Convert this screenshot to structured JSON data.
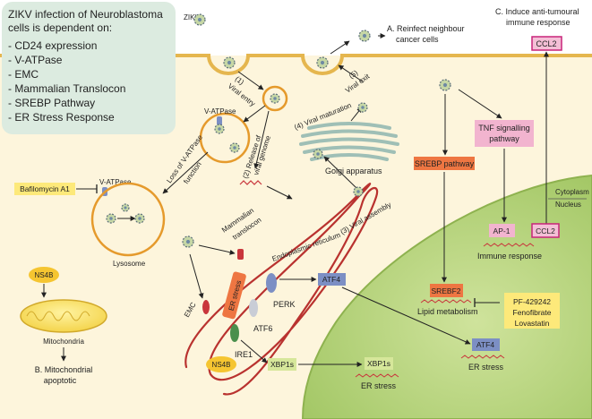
{
  "info_box": {
    "title_line1": "ZIKV infection of Neuroblastoma",
    "title_line2": "cells is dependent on:",
    "items": [
      "- CD24 expression",
      "- V-ATPase",
      "- EMC",
      "- Mammalian Translocon",
      "- SREBP Pathway",
      "- ER Stress Response"
    ]
  },
  "labels": {
    "zikv": "ZIKV",
    "reinfect_1": "A. Reinfect neighbour",
    "reinfect_2": "cancer cells",
    "induce_1": "C. Induce anti-tumoural",
    "induce_2": "immune response",
    "ccl2_top": "CCL2",
    "step1_a": "(1)",
    "step1_b": "Viral entry",
    "step5_a": "(5)",
    "step5_b": "Viral exit",
    "vatpase_top": "V-ATPase",
    "step4": "(4) Viral maturation",
    "step2_a": "(2) Release of",
    "step2_b": "viral genome",
    "golgi": "Golgi apparatus",
    "loss_1": "Loss of V-ATPase",
    "loss_2": "function",
    "vatpase_lys": "V-ATPase",
    "bafilomycin": "Bafilomycin A1",
    "lysosome": "Lysosome",
    "step3": "(3) Viral assembly",
    "translocon_1": "Mammalian",
    "translocon_2": "translocon",
    "er": "Endoplasmic reticulum",
    "er_stress": "ER stress",
    "perk": "PERK",
    "atf6": "ATF6",
    "ire1": "IRE1",
    "emc": "EMC",
    "atf4": "ATF4",
    "xbp1s": "XBP1s",
    "ns4b_top": "NS4B",
    "ns4b_bottom": "NS4B",
    "mitochondria": "Mitochondria",
    "mito_1": "B. Mitochondrial",
    "mito_2": "apoptotic",
    "tnf_1": "TNF signalling",
    "tnf_2": "pathway",
    "srebp_pathway": "SREBP pathway",
    "cytoplasm": "Cytoplasm",
    "nucleus": "Nucleus",
    "ap1": "AP-1",
    "ccl2_nuc": "CCL2",
    "immune_response": "Immune response",
    "srebf2": "SREBF2",
    "lipid": "Lipid metabolism",
    "drug1": "PF-429242",
    "drug2": "Fenofibrate",
    "drug3": "Lovastatin",
    "atf4_nuc": "ATF4",
    "er_stress_nuc1": "ER stress",
    "xbp1s_nuc": "XBP1s",
    "er_stress_nuc2": "ER stress"
  },
  "colors": {
    "extracellular": "#ffffff",
    "cytoplasm": "#fdf5dc",
    "membrane": "#e5b64e",
    "nucleus": "#b5d47a",
    "info_box": "#dcebe0",
    "er_red": "#b9322f",
    "yellow_label": "#fde97a",
    "pink_box": "#f2b4cf",
    "magenta": "#c8247a",
    "orange_box": "#ee7642",
    "blue_box": "#7c8fc4",
    "green_box": "#d6e79a",
    "arrow": "#222222"
  }
}
